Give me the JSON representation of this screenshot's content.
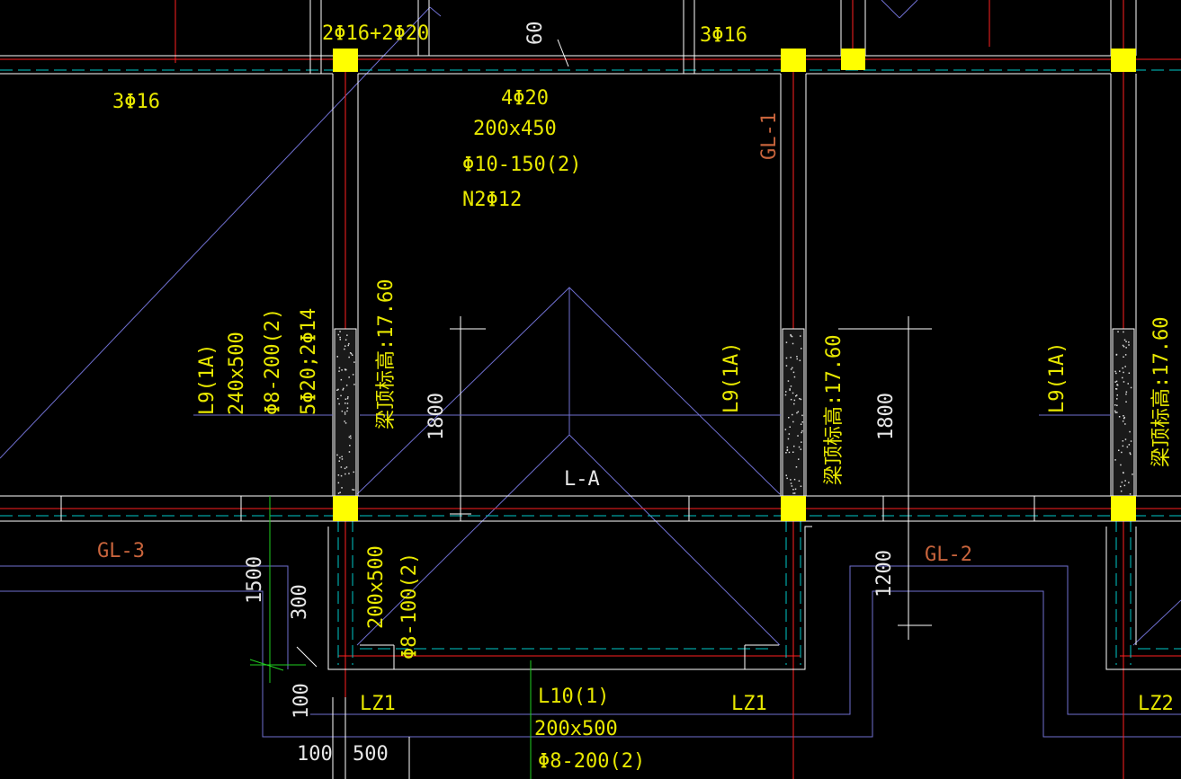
{
  "colors": {
    "background": "#000000",
    "wall": "#ffffff",
    "axis_red": "#ff2020",
    "dash_cyan": "#00c8c8",
    "outline_blue": "#6f6fd0",
    "column_yellow": "#ffff00",
    "label_yellow": "#e8e800",
    "label_orange": "#c8643c",
    "dim_green": "#20d020"
  },
  "labels": {
    "top_left_rebar": "2Φ16+2Φ20",
    "dim_60": "60",
    "top_right_rebar": "3Φ16",
    "left_rebar": "3Φ16",
    "beam_rebar": "4Φ20",
    "beam_size": "200x450",
    "beam_stirrup": "Φ10-150(2)",
    "beam_side": "N2Φ12",
    "gl1": "GL-1",
    "gl2": "GL-2",
    "gl3": "GL-3",
    "la": "L-A",
    "l9_name": "L9(1A)",
    "l9_size": "240x500",
    "l9_stirrup": "Φ8-200(2)",
    "l9_rebar": "5Φ20;2Φ14",
    "elev": "梁顶标高:17.60",
    "dim_1800": "1800",
    "dim_1200": "1200",
    "dim_1500": "1500",
    "dim_300": "300",
    "dim_100": "100",
    "dim_500": "500",
    "lower_size": "200x500",
    "lower_stirrup": "Φ8-100(2)",
    "lz1": "LZ1",
    "lz2": "LZ2",
    "l10_name": "L10(1)",
    "l10_size": "200x500",
    "l10_stirrup": "Φ8-200(2)"
  }
}
